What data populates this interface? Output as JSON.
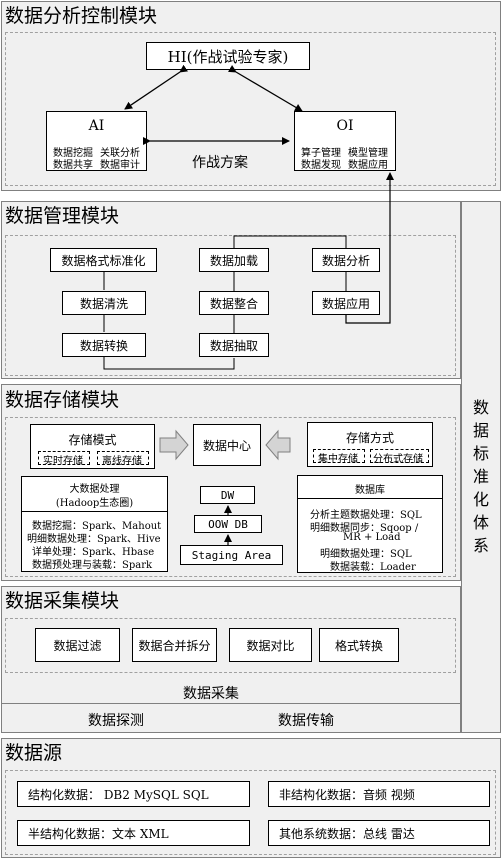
{
  "control": {
    "title": "数据分析控制模块",
    "hi": "HI(作战试验专家)",
    "ai": {
      "title": "AI",
      "l1a": "数据挖掘",
      "l1b": "关联分析",
      "l2a": "数据共享",
      "l2b": "数据审计"
    },
    "oi": {
      "title": "OI",
      "l1a": "算子管理",
      "l1b": "模型管理",
      "l2a": "数据发现",
      "l2b": "数据应用"
    },
    "plan": "作战方案"
  },
  "management": {
    "title": "数据管理模块",
    "col1": [
      "数据格式标准化",
      "数据清洗",
      "数据转换"
    ],
    "col2": [
      "数据加载",
      "数据整合",
      "数据抽取"
    ],
    "col3": [
      "数据分析",
      "数据应用"
    ]
  },
  "storage": {
    "title": "数据存储模块",
    "mode": {
      "title": "存储模式",
      "a": "实时存储",
      "b": "离线存储"
    },
    "center": "数据中心",
    "method": {
      "title": "存储方式",
      "a": "集中存储",
      "b": "分布式存储"
    },
    "bigdata": {
      "title": "大数据处理",
      "subtitle": "(Hadoop生态圈)",
      "lines": [
        "数据挖掘：Spark、Mahout",
        "明细数据处理：Spark、Hive",
        "详单处理：Spark、Hbase",
        "数据预处理与装载：Spark"
      ]
    },
    "dw": "DW",
    "oow": "OOW DB",
    "staging": "Staging Area",
    "db": {
      "title": "数据库",
      "lines": [
        "分析主题数据处理：SQL",
        "明细数据同步：Sqoop /",
        "MR + Load",
        "明细数据处理：SQL",
        "数据装载：Loader"
      ]
    }
  },
  "collection": {
    "title": "数据采集模块",
    "items": [
      "数据过滤",
      "数据合并拆分",
      "数据对比",
      "格式转换"
    ],
    "collect": "数据采集",
    "detect": "数据探测",
    "transfer": "数据传输"
  },
  "standard": {
    "c1": "数",
    "c2": "据",
    "c3": "标",
    "c4": "准",
    "c5": "化",
    "c6": "体",
    "c7": "系"
  },
  "source": {
    "title": "数据源",
    "structured": "结构化数据： DB2  MySQL  SQL",
    "unstructured": "非结构化数据：音频  视频",
    "semi": "半结构化数据：文本   XML",
    "other": "其他系统数据：总线  雷达"
  }
}
